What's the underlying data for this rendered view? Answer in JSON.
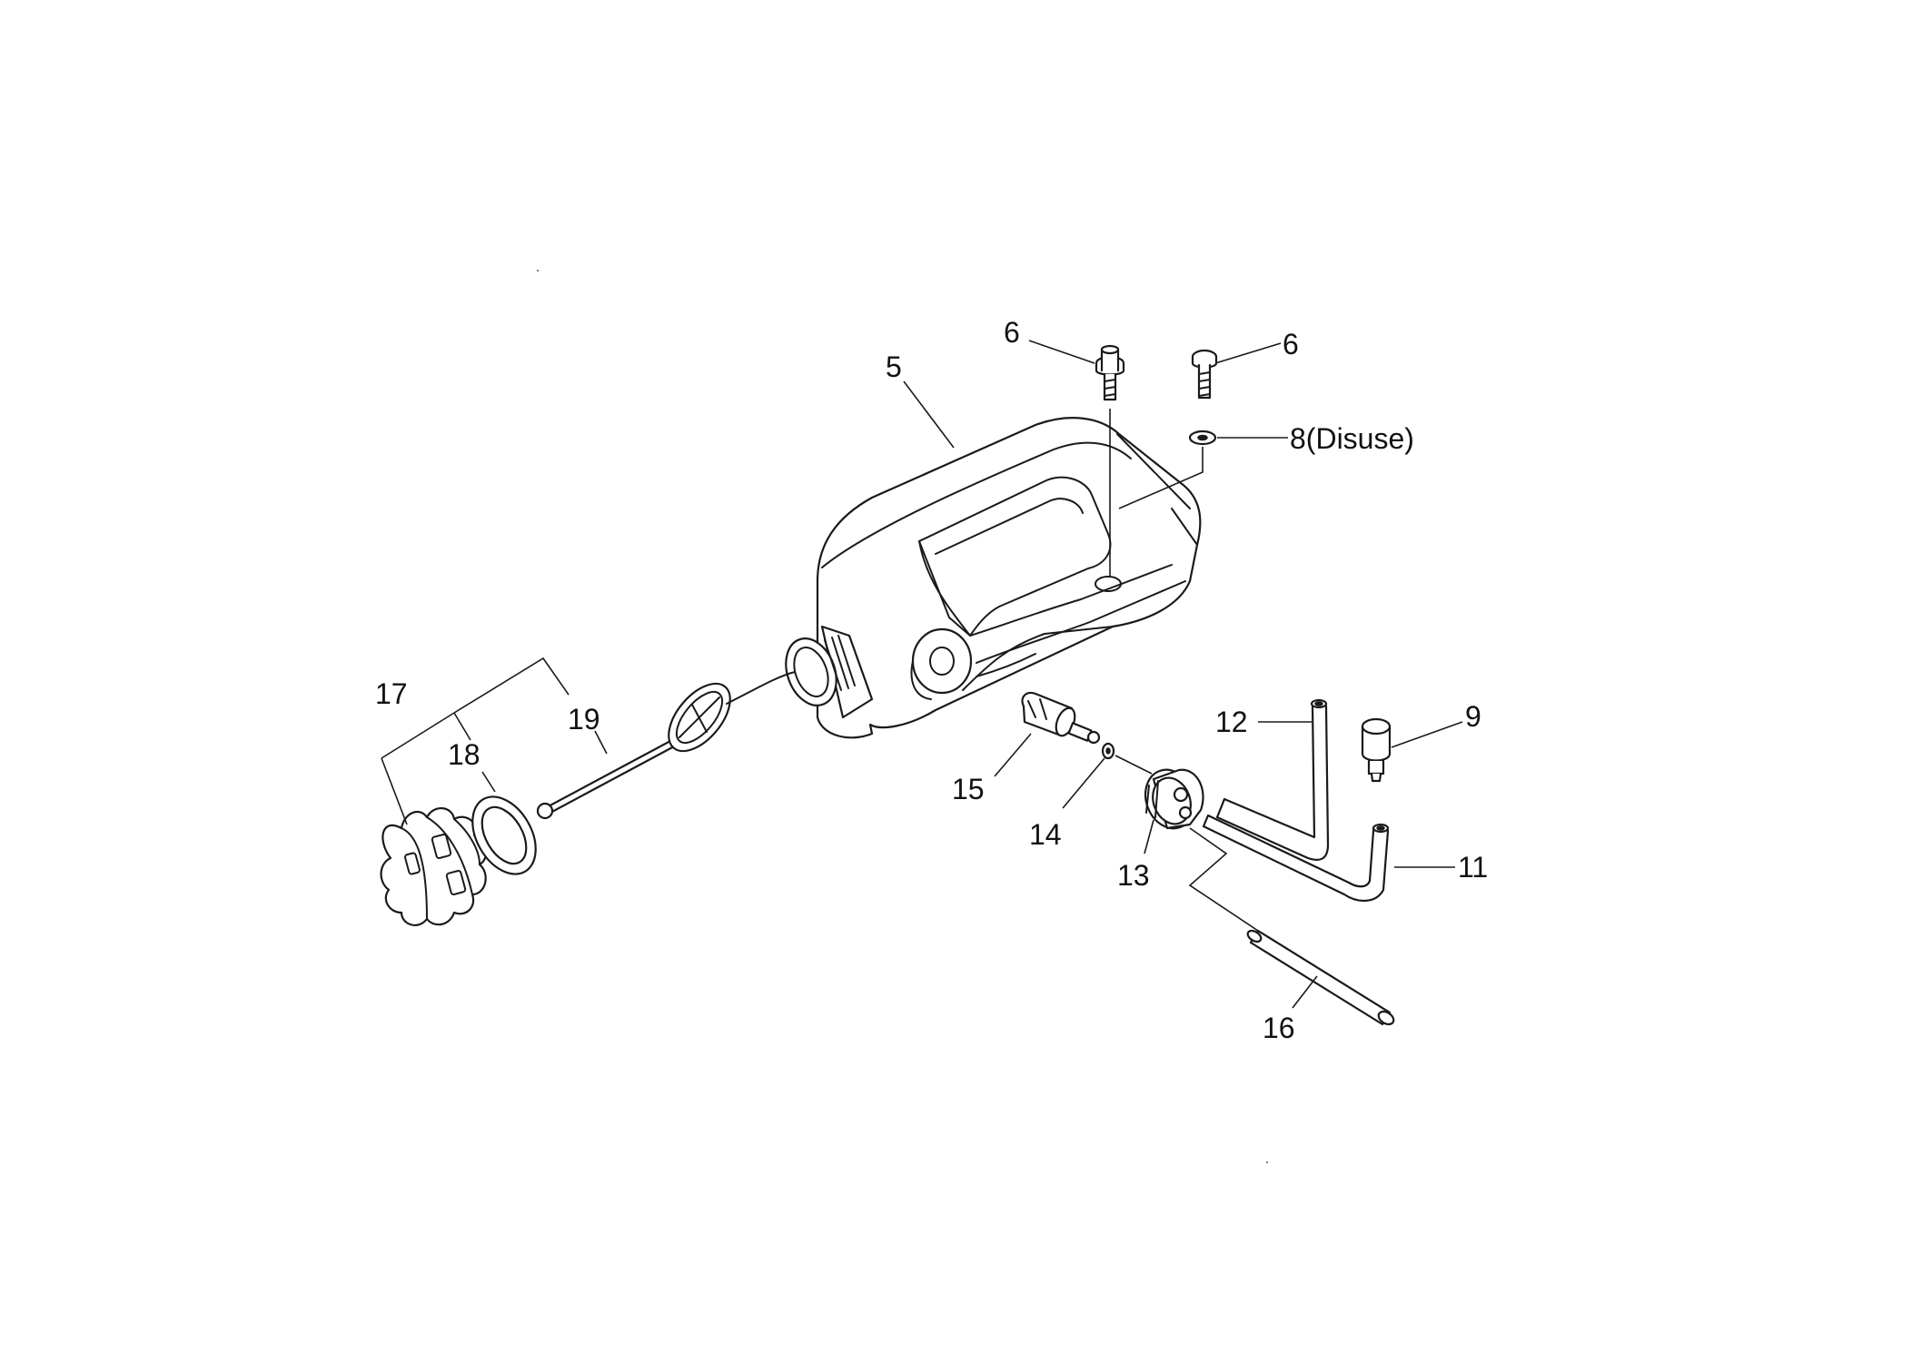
{
  "callouts": {
    "c5": "5",
    "c6a": "6",
    "c6b": "6",
    "c8": "8(Disuse)",
    "c9": "9",
    "c11": "11",
    "c12": "12",
    "c13": "13",
    "c14": "14",
    "c15": "15",
    "c16": "16",
    "c17": "17",
    "c18": "18",
    "c19": "19"
  },
  "colors": {
    "line": "#1a1a1a",
    "background": "#ffffff"
  }
}
